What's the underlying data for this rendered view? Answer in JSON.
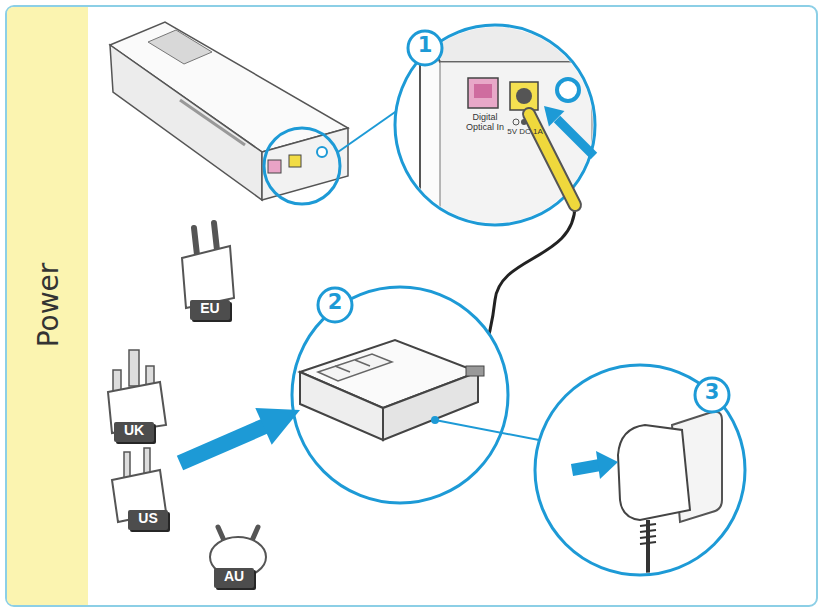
{
  "diagram": {
    "title": "Power",
    "labels": [
      "1",
      "2",
      "3",
      "Digital Optical In",
      "5V DC 1A",
      "EU",
      "UK",
      "US",
      "AU"
    ]
  }
}
